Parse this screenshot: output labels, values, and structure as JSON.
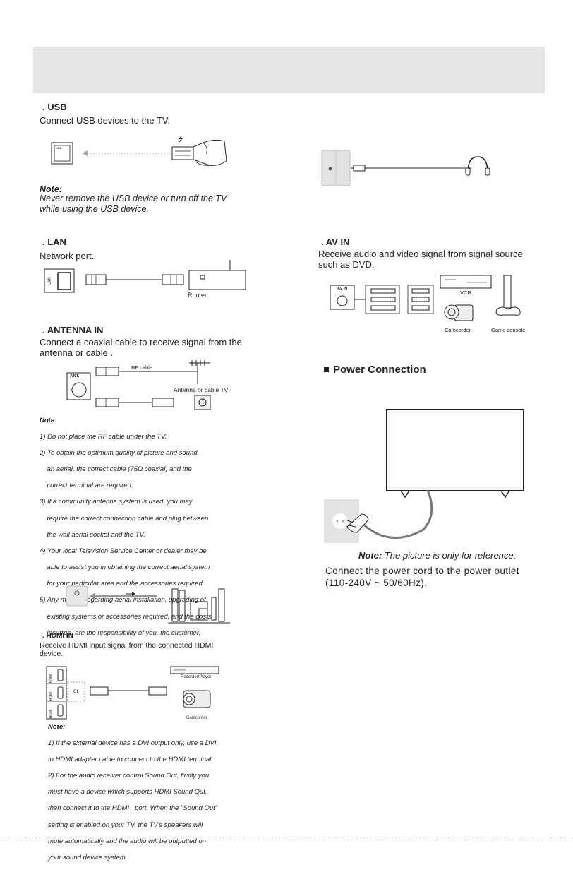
{
  "usb": {
    "title": ". USB",
    "desc": "Connect USB devices to the TV.",
    "note_label": "Note:",
    "note_lines": [
      "Never remove the USB device or turn off the TV",
      "while using the USB device."
    ]
  },
  "lan": {
    "title": ". LAN",
    "desc": "Network port.",
    "port_label": "LAN",
    "router_label": "Router"
  },
  "antenna": {
    "title": ". ANTENNA IN",
    "desc_lines": [
      "Connect a coaxial cable to receive signal from the",
      "antenna or cable  ."
    ],
    "port_label": "ANT.",
    "rf_label": "RF cable",
    "antenna_label": "Antenna or cable TV",
    "note_label": "Note:",
    "notes": [
      "1) Do not place the RF cable under the TV.",
      "2) To obtain the optimum quality of picture and sound,",
      "    an aerial, the correct cable (75Ω coaxial) and the",
      "    correct terminal are required.",
      "3) If a community antenna system is used, you may",
      "    require the correct connection cable and plug between",
      "    the wall aerial socket and the TV.",
      "4) Your local Television Service Center or dealer may be",
      "    able to assist you in obtaining the correct aerial system",
      "    for your particular area and the accessories required.",
      "5) Any matters regarding aerial installation, upgrading of",
      "    existing systems or accessories required, and the costs",
      "    incurred, are the responsibility of you, the customer."
    ]
  },
  "optical": {
    "title": "."
  },
  "hdmi": {
    "title": ". HDMI IN",
    "desc_lines": [
      "Receive HDMI input signal from the connected HDMI",
      "device."
    ],
    "or_label": "or",
    "recorder_label": "Recorder/Player",
    "camcorder_label": "Camcorder",
    "port_labels": [
      "HDMI",
      "HDMI",
      "HDMI"
    ],
    "note_label": "Note:",
    "notes": [
      "1) If the external device has a DVI output only, use a DVI",
      "to HDMI adapter cable to connect to the HDMI terminal.",
      "2) For the audio receiver control Sound Out, firstly you",
      "must have a device which supports HDMI Sound Out,",
      "then connect it to the HDMI   port. When the \"Sound Out\"",
      "setting is enabled on your TV, the TV's speakers will",
      "mute automatically and the audio will be outputted on",
      "your sound device system"
    ]
  },
  "avin": {
    "title": ". AV IN",
    "desc_lines": [
      "Receive audio and video signal from signal source",
      "such as DVD."
    ],
    "port_label": "AV IN",
    "vcr_label": "VCR",
    "camcorder_label": "Camcorder",
    "console_label": "Game console"
  },
  "power": {
    "title": "Power Connection",
    "note_label": "Note:",
    "note_text": " The picture is only for reference.",
    "desc_lines": [
      "Connect the power cord to the power outlet",
      "(110-240V ~ 50/60Hz)."
    ]
  }
}
